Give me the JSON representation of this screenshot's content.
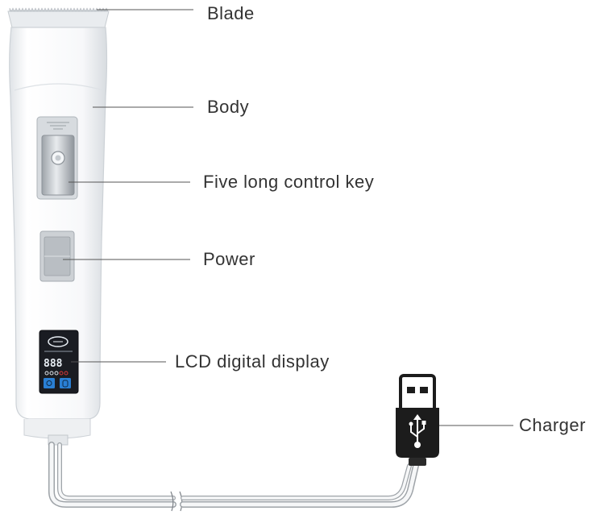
{
  "labels": {
    "blade": "Blade",
    "body": "Body",
    "control_key": "Five long control key",
    "power": "Power",
    "lcd": "LCD digital display",
    "charger": "Charger"
  },
  "display": {
    "digits": "888"
  },
  "colors": {
    "label_text": "#333333",
    "leader_line": "#555555",
    "body_fill": "#f2f4f6",
    "lcd_screen": "#1a1c22",
    "lcd_digits": "#e8eef4",
    "lcd_accent_red": "#e03a3a",
    "lcd_button_blue": "#2a7fd4",
    "usb_plug": "#1c1c1c"
  }
}
